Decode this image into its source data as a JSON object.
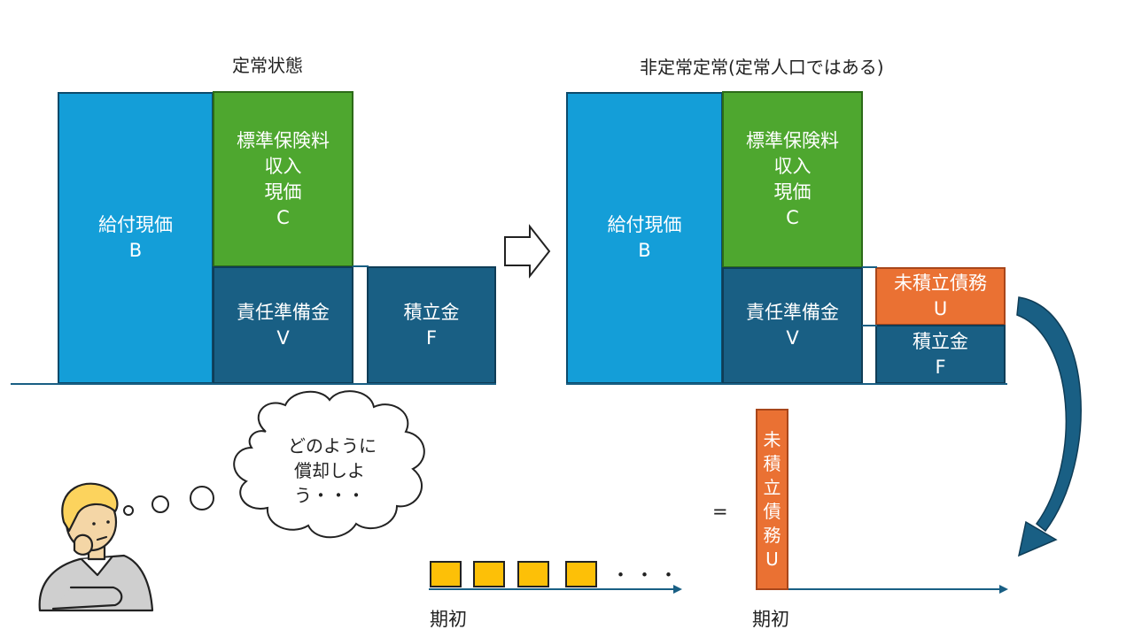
{
  "left": {
    "title": "定常状態",
    "benefit": [
      "給付現価",
      "B"
    ],
    "premium": [
      "標準保険料",
      "収入",
      "現価",
      "C"
    ],
    "reserve": [
      "責任準備金",
      "V"
    ],
    "fund": [
      "積立金",
      "F"
    ]
  },
  "right": {
    "title": "非定常定常(定常人口ではある)",
    "benefit": [
      "給付現価",
      "B"
    ],
    "premium": [
      "標準保険料",
      "収入",
      "現価",
      "C"
    ],
    "reserve": [
      "責任準備金",
      "V"
    ],
    "unfunded": [
      "未積立債務",
      "U"
    ],
    "fund": [
      "積立金",
      "F"
    ]
  },
  "thought": {
    "line1": "どのように",
    "line2": "償却しよ",
    "line3": "う・・・"
  },
  "bottom": {
    "dots": "・・・",
    "equals": "=",
    "vertical_unfunded": [
      "未",
      "積",
      "立",
      "債",
      "務",
      "U"
    ],
    "period_start_left": "期初",
    "period_start_right": "期初"
  },
  "colors": {
    "blue": "#149ed8",
    "green": "#4ea72f",
    "navy": "#195f84",
    "orange": "#ea7133",
    "yellow": "#fdc007"
  },
  "icons": [
    "hollow-right-arrow-icon",
    "curved-arrow-icon",
    "thinking-person-icon",
    "thought-bubble-icon"
  ]
}
